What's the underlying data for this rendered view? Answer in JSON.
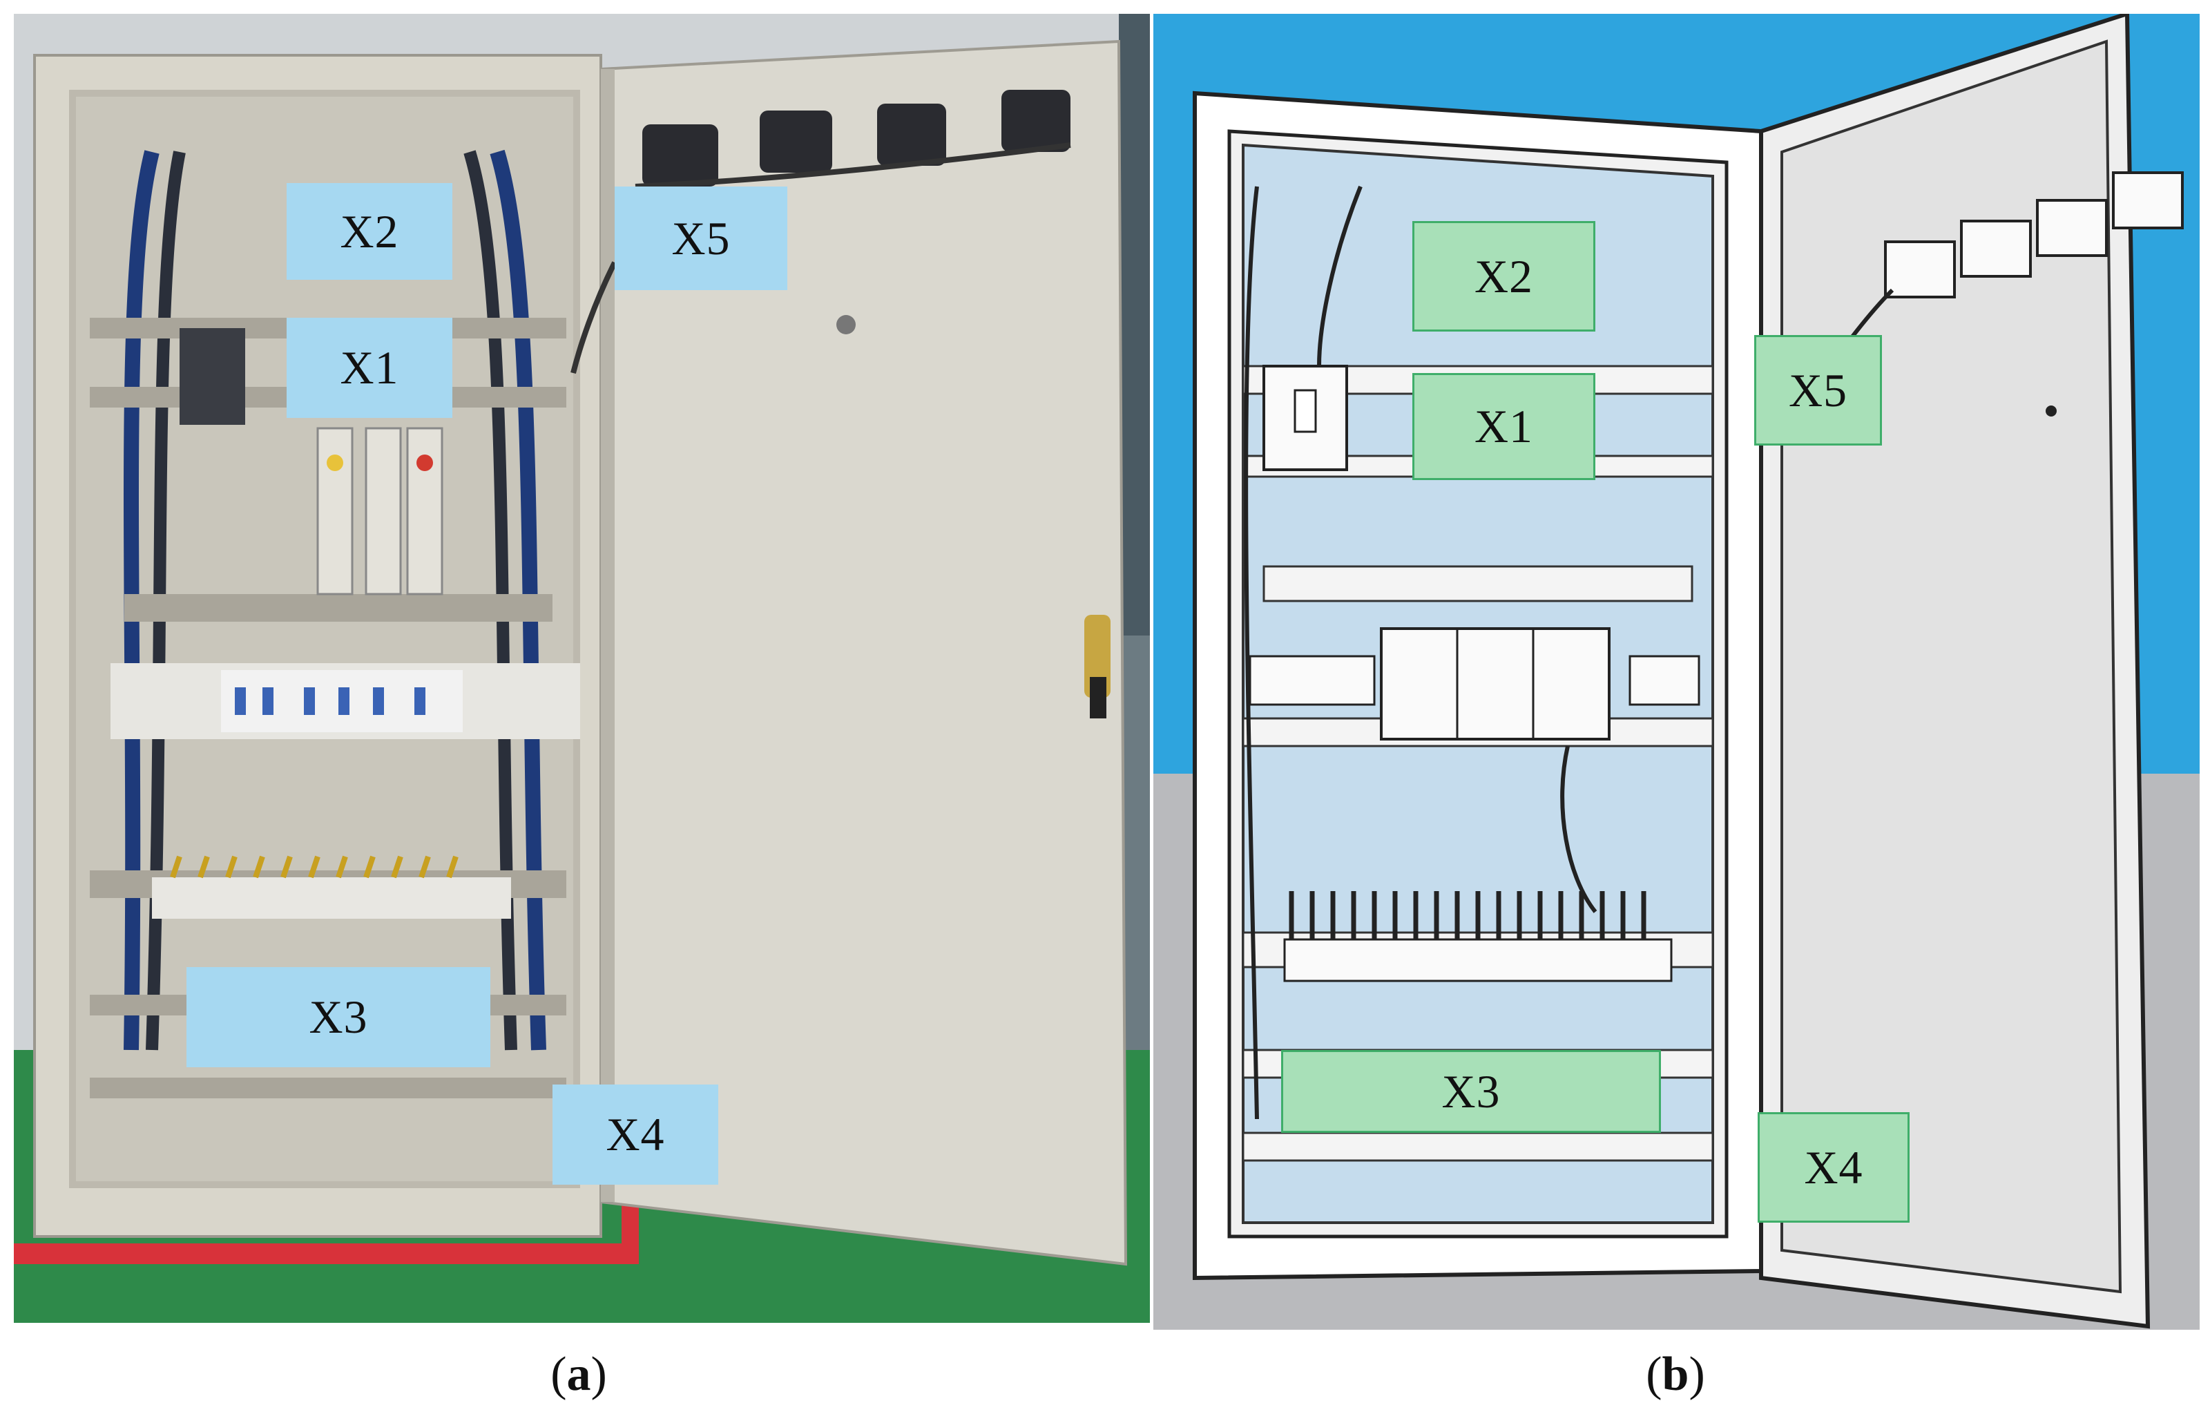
{
  "figure": {
    "panel_a": {
      "caption_open": "(",
      "caption_letter": "a",
      "caption_close": ")",
      "labels": {
        "x1": "X1",
        "x2": "X2",
        "x3": "X3",
        "x4": "X4",
        "x5": "X5"
      },
      "label_color": "#a6d8f1"
    },
    "panel_b": {
      "caption_open": "(",
      "caption_letter": "b",
      "caption_close": ")",
      "labels": {
        "x1": "X1",
        "x2": "X2",
        "x3": "X3",
        "x4": "X4",
        "x5": "X5"
      },
      "label_color": "#a8e0b8",
      "label_border": "#3fae6a",
      "sky_color": "#2ea4de"
    }
  }
}
